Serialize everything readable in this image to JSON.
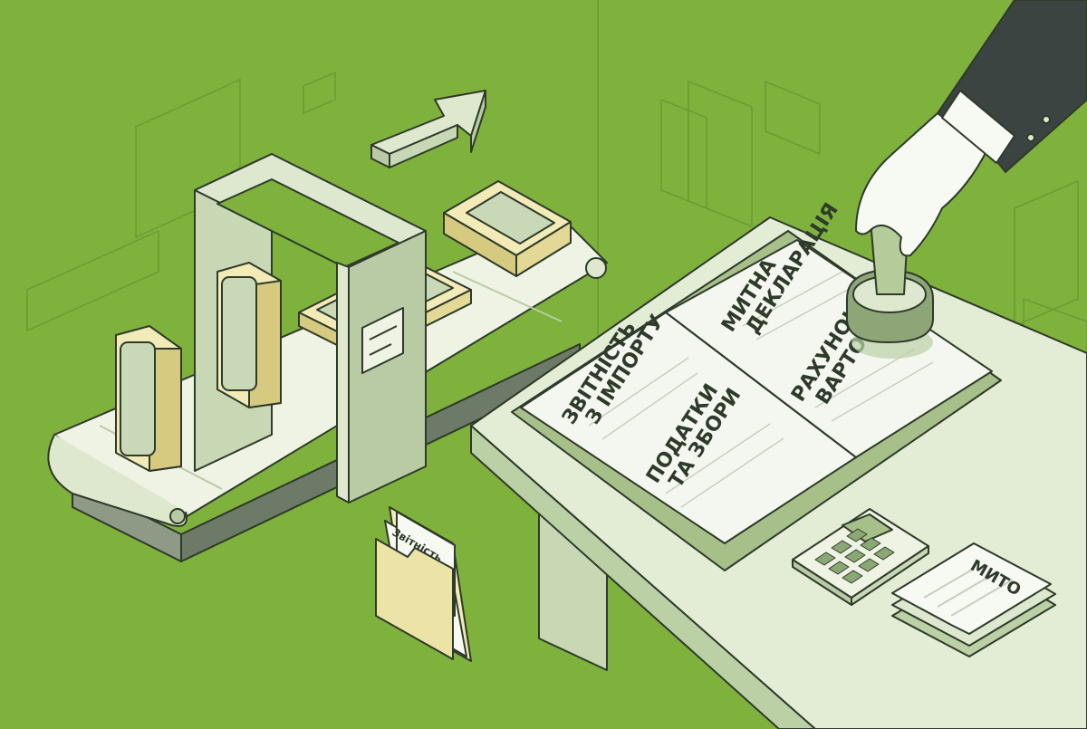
{
  "colors": {
    "background": "#7fb23c",
    "background_light": "#8fc24a",
    "outline": "#2e3a2a",
    "machine": "#dde8cf",
    "machine_shade": "#b9cba4",
    "box_yellow": "#ece3a6",
    "box_yellow_dark": "#d6ca80",
    "table_top": "#e3edd6",
    "table_side": "#bcd0a6",
    "sleeve": "#3b4440",
    "stamp": "#9fbb85"
  },
  "book": {
    "left_top": "ЗВІТНІСТЬ",
    "left_bottom": "З ІМПОРТУ",
    "left2_top": "ПОДАТКИ",
    "left2_bottom": "ТА ЗБОРИ",
    "right_top": "МИТНА",
    "right_bottom": "ДЕКЛАРАЦІЯ",
    "right2_top": "РАХУНОК",
    "right2_bottom": "ВАРТОСТІ"
  },
  "folder": {
    "label": "Звітність"
  },
  "paper": {
    "label": "МИТО"
  },
  "icons": [
    "arrow-icon",
    "hand-stamp-icon",
    "calculator-icon",
    "folder-icon",
    "phone-box-icon"
  ]
}
